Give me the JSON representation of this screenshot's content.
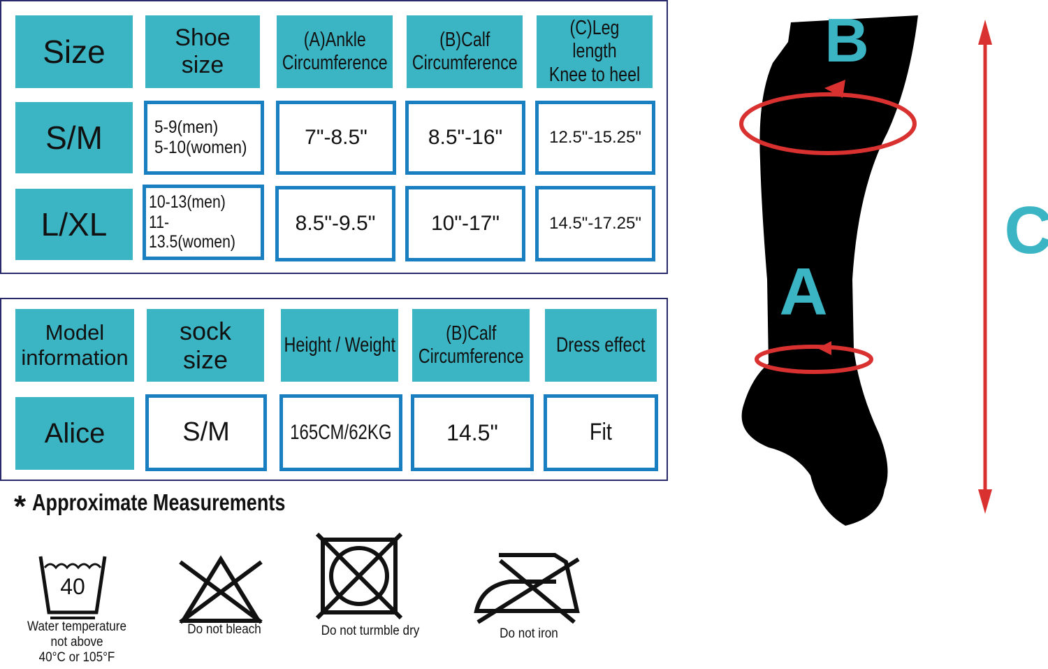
{
  "size_table": {
    "headers": [
      "Size",
      "Shoe\nsize",
      "(A)Ankle\nCircumference",
      "(B)Calf\nCircumference",
      "(C)Leg length\nKnee to heel"
    ],
    "rows": [
      [
        "S/M",
        "5-9(men)\n5-10(women)",
        "7\"-8.5\"",
        "8.5\"-16\"",
        "12.5\"-15.25\""
      ],
      [
        "L/XL",
        "10-13(men)\n11-13.5(women)",
        "8.5\"-9.5\"",
        "10\"-17\"",
        "14.5\"-17.25\""
      ]
    ]
  },
  "model_table": {
    "headers": [
      "Model\ninformation",
      "sock\nsize",
      "Height / Weight",
      "(B)Calf\nCircumference",
      "Dress effect"
    ],
    "rows": [
      [
        "Alice",
        "S/M",
        "165CM/62KG",
        "14.5\"",
        "Fit"
      ]
    ]
  },
  "note": {
    "star": "*",
    "text": "Approximate Measurements"
  },
  "care_icons": [
    {
      "icon": "wash-40-icon",
      "value": "40",
      "label": "Water temperature\nnot above\n40°C or 105°F"
    },
    {
      "icon": "no-bleach-icon",
      "label": "Do not bleach"
    },
    {
      "icon": "no-tumble-dry-icon",
      "label": "Do not turmble dry"
    },
    {
      "icon": "no-iron-icon",
      "label": "Do not iron"
    }
  ],
  "diagram": {
    "label_a": "A",
    "label_b": "B",
    "label_c": "C"
  },
  "colors": {
    "teal": "#3bb5c4",
    "blue_border": "#1a7fc1",
    "red": "#d8312f",
    "frame": "#2a2a6a"
  }
}
